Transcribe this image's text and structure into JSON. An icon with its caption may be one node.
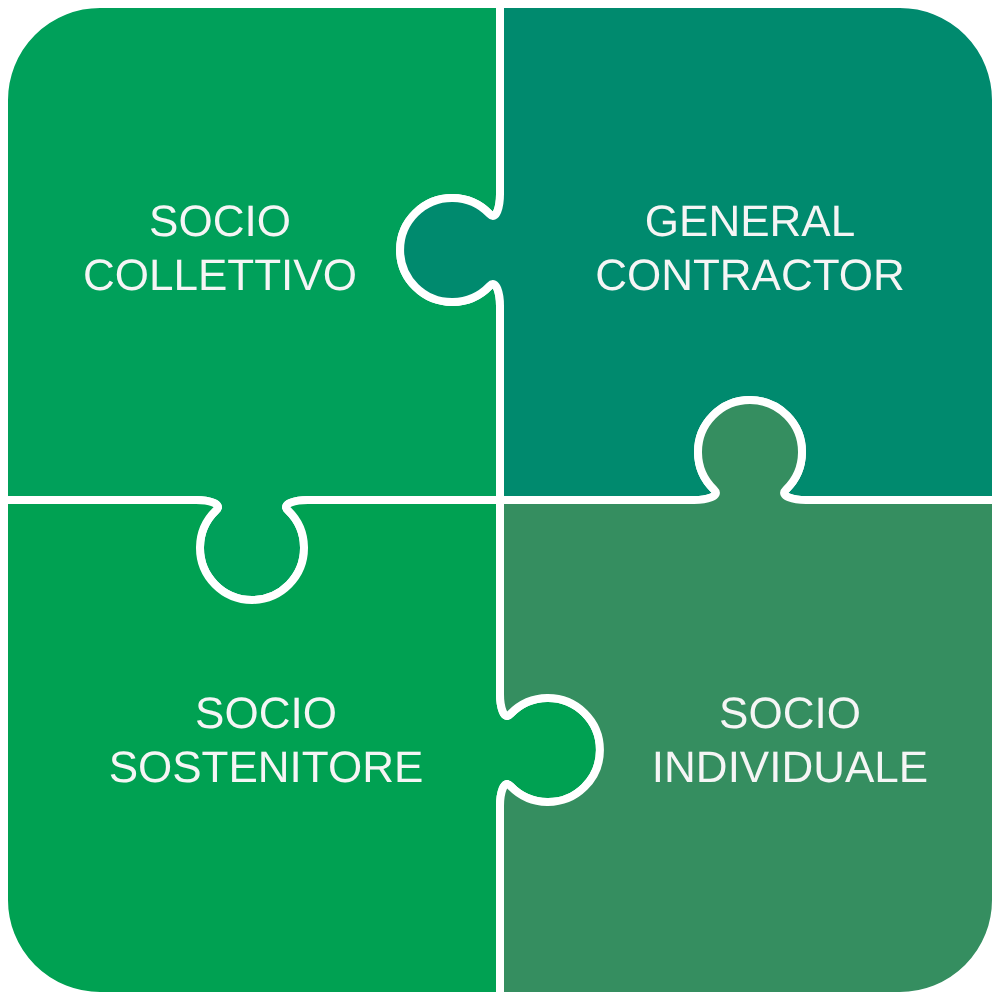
{
  "diagram": {
    "nodes": [
      {
        "text": [
          "SOCIO COLLETTIVO"
        ]
      },
      {
        "text": [
          "GENERAL CONTRACTOR"
        ]
      },
      {
        "text": [
          "SOCIO SOSTENITORE"
        ]
      },
      {
        "text": [
          "SOCIO INDIVIDUALE"
        ]
      }
    ]
  }
}
